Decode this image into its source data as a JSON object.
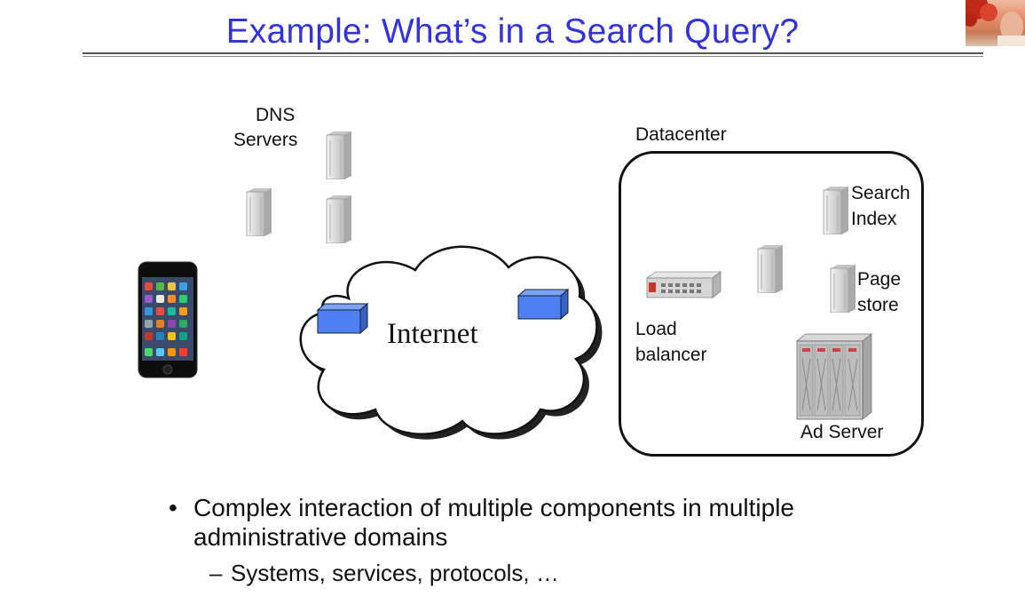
{
  "slide": {
    "title": "Example: What’s in a Search Query?"
  },
  "diagram": {
    "dns_label_line1": "DNS",
    "dns_label_line2": "Servers",
    "internet_label": "Internet",
    "datacenter_label": "Datacenter",
    "search_index_line1": "Search",
    "search_index_line2": "Index",
    "page_store_line1": "Page",
    "page_store_line2": "store",
    "load_balancer_line1": "Load",
    "load_balancer_line2": "balancer",
    "ad_server_label": "Ad Server"
  },
  "bullets": {
    "main_line1": "Complex interaction of multiple components in multiple",
    "main_line2": "administrative domains",
    "sub": "Systems, services, protocols, …"
  },
  "colors": {
    "title": "#3333dd",
    "router_fill": "#4f7ff0"
  },
  "icons": {
    "server": "server-tower-icon",
    "phone": "smartphone-icon",
    "router": "router-box-icon",
    "load_balancer": "rack-appliance-icon",
    "ad_server": "server-rack-cabinet-icon",
    "thumbnail": "presenter-video-thumbnail"
  }
}
